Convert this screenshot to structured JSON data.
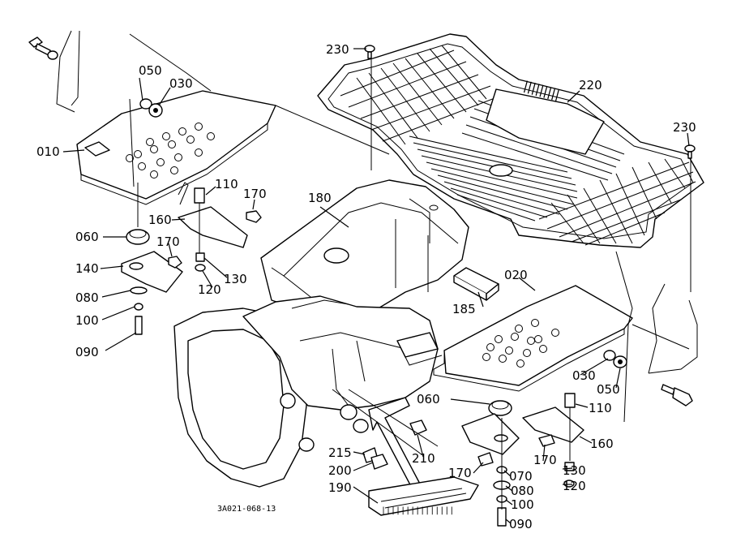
{
  "diagram_code": "3A021-068-13",
  "callouts": [
    {
      "id": "c230a",
      "label": "230"
    },
    {
      "id": "c230b",
      "label": "230"
    },
    {
      "id": "c220",
      "label": "220"
    },
    {
      "id": "c050a",
      "label": "050"
    },
    {
      "id": "c030a",
      "label": "030"
    },
    {
      "id": "c010",
      "label": "010"
    },
    {
      "id": "c110a",
      "label": "110"
    },
    {
      "id": "c170a",
      "label": "170"
    },
    {
      "id": "c160a",
      "label": "160"
    },
    {
      "id": "c180",
      "label": "180"
    },
    {
      "id": "c060a",
      "label": "060"
    },
    {
      "id": "c170b",
      "label": "170"
    },
    {
      "id": "c140a",
      "label": "140"
    },
    {
      "id": "c130a",
      "label": "130"
    },
    {
      "id": "c120a",
      "label": "120"
    },
    {
      "id": "c080a",
      "label": "080"
    },
    {
      "id": "c100a",
      "label": "100"
    },
    {
      "id": "c090a",
      "label": "090"
    },
    {
      "id": "c185",
      "label": "185"
    },
    {
      "id": "c020",
      "label": "020"
    },
    {
      "id": "c030b",
      "label": "030"
    },
    {
      "id": "c050b",
      "label": "050"
    },
    {
      "id": "c060b",
      "label": "060"
    },
    {
      "id": "c110b",
      "label": "110"
    },
    {
      "id": "c160b",
      "label": "160"
    },
    {
      "id": "c170c",
      "label": "170"
    },
    {
      "id": "c215",
      "label": "215"
    },
    {
      "id": "c200",
      "label": "200"
    },
    {
      "id": "c210",
      "label": "210"
    },
    {
      "id": "c170d",
      "label": "170"
    },
    {
      "id": "c070",
      "label": "070"
    },
    {
      "id": "c130b",
      "label": "130"
    },
    {
      "id": "c120b",
      "label": "120"
    },
    {
      "id": "c080b",
      "label": "080"
    },
    {
      "id": "c100b",
      "label": "100"
    },
    {
      "id": "c190",
      "label": "190"
    },
    {
      "id": "c090b",
      "label": "090"
    }
  ]
}
